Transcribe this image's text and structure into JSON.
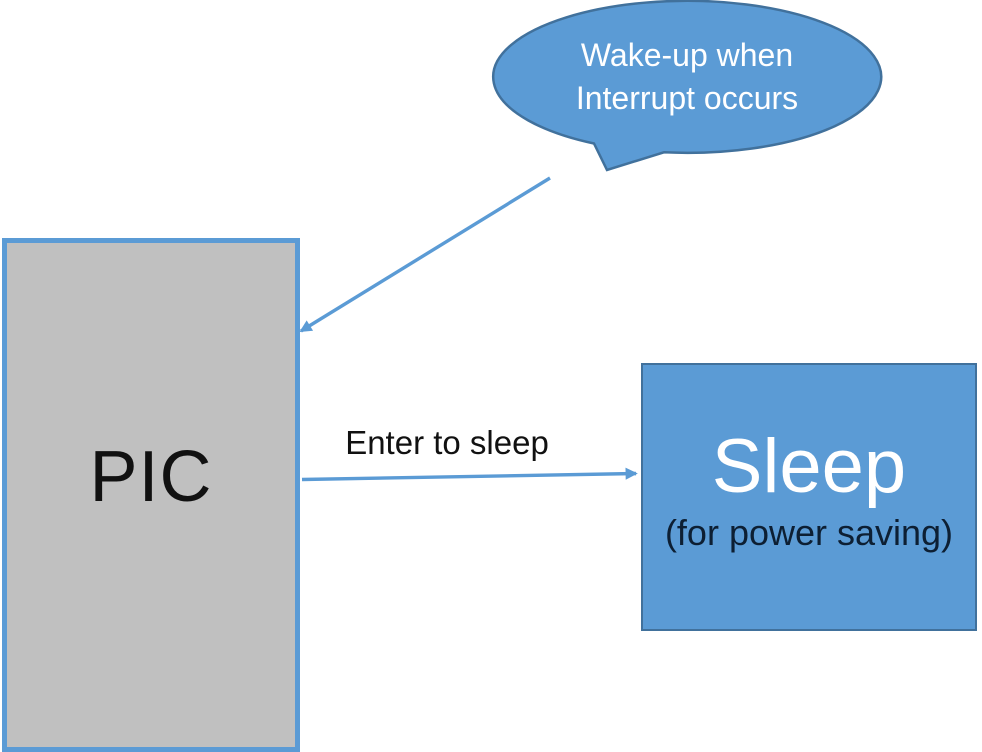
{
  "diagram": {
    "callout": {
      "text": "Wake-up when Interrupt occurs"
    },
    "pic_box": {
      "label": "PIC"
    },
    "sleep_box": {
      "title": "Sleep",
      "subtitle": "(for power saving)"
    },
    "transition": {
      "label": "Enter to sleep"
    }
  },
  "icons": {
    "callout_shape": "speech-bubble",
    "wakeup_arrow": "diagonal-arrow-down-left",
    "enter_sleep_arrow": "horizontal-arrow-right"
  },
  "colors": {
    "accent_blue": "#5b9bd5",
    "outline_dark_blue": "#41719c",
    "gray_fill": "#c0c0c0",
    "subtitle_dark": "#0d1f33",
    "text_black": "#111111",
    "text_white": "#ffffff",
    "background": "#ffffff"
  }
}
